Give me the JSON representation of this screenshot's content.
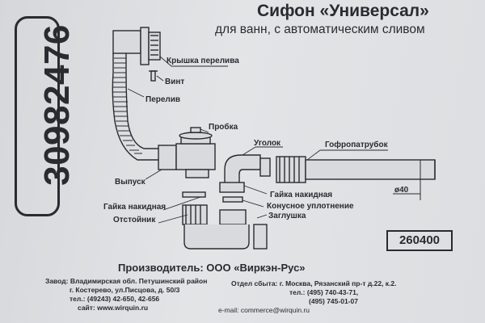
{
  "code_number": "30982476",
  "title": "Сифон «Универсал»",
  "subtitle": "для ванн, с автоматическим сливом",
  "labels": {
    "overflow_cap": "Крышка перелива",
    "screw": "Винт",
    "overflow": "Перелив",
    "plug": "Пробка",
    "outlet": "Выпуск",
    "elbow": "Уголок",
    "corrugated_pipe": "Гофропатрубок",
    "union_nut_right": "Гайка накидная",
    "diameter": "ø40",
    "conical_seal": "Конусное уплотнение",
    "stopper": "Заглушка",
    "union_nut_left": "Гайка накидная",
    "settler": "Отстойник"
  },
  "model_number": "260400",
  "manufacturer": "Производитель: ООО «Виркэн-Рус»",
  "factory": {
    "line1": "Завод: Владимирская обл. Петушинский район",
    "line2": "г. Костерево, ул.Писцова, д. 50/3",
    "phone": "тел.: (49243) 42-650, 42-656",
    "site": "сайт: www.wirquin.ru"
  },
  "sales": {
    "line1": "Отдел сбыта: г. Москва, Рязанский пр-т д.22, к.2.",
    "phone1": "тел.: (495)  740-43-71,",
    "phone2": "(495)  745-01-07",
    "email": "e-mail: commerce@wirquin.ru"
  }
}
